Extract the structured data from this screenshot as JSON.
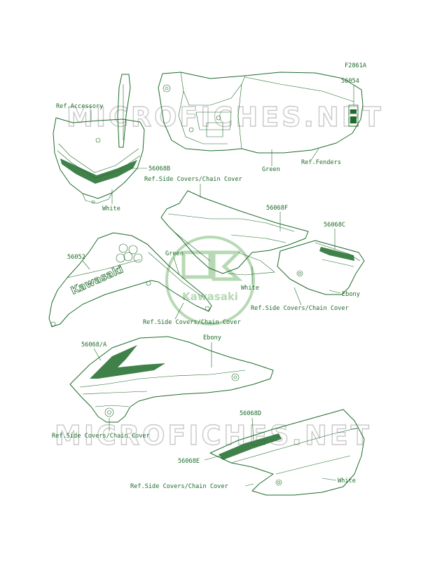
{
  "figure_code": "F2861A",
  "watermark": {
    "text": "MICROFICHES.NET"
  },
  "center_logo": {
    "text": "Kawasaki"
  },
  "decal_texts": {
    "kawasaki_decal": "Kawasaki"
  },
  "colors": {
    "line": "#1f6b2a",
    "watermark": "#c9c9c9",
    "logo": "#b7d9b4"
  },
  "labels": {
    "l56054": "56054",
    "ref_accessory": "Ref.Accessory",
    "green_fender": "Green",
    "ref_fenders": "Ref.Fenders",
    "l56068B": "56068B",
    "white_front": "White",
    "ref_side_top": "Ref.Side Covers/Chain Cover",
    "l56068F": "56068F",
    "l56068C": "56068C",
    "l56052": "56052",
    "green_shroud": "Green",
    "white_shroud": "White",
    "ebony_right": "Ebony",
    "ref_side_right": "Ref.Side Covers/Chain Cover",
    "ref_side_mid": "Ref.Side Covers/Chain Cover",
    "ebony_mid": "Ebony",
    "l56068A": "56068/A",
    "l56068D": "56068D",
    "ref_side_bl": "Ref.Side Covers/Chain Cover",
    "l56068E": "56068E",
    "white_bottom": "White",
    "ref_side_bottom": "Ref.Side Covers/Chain Cover"
  }
}
